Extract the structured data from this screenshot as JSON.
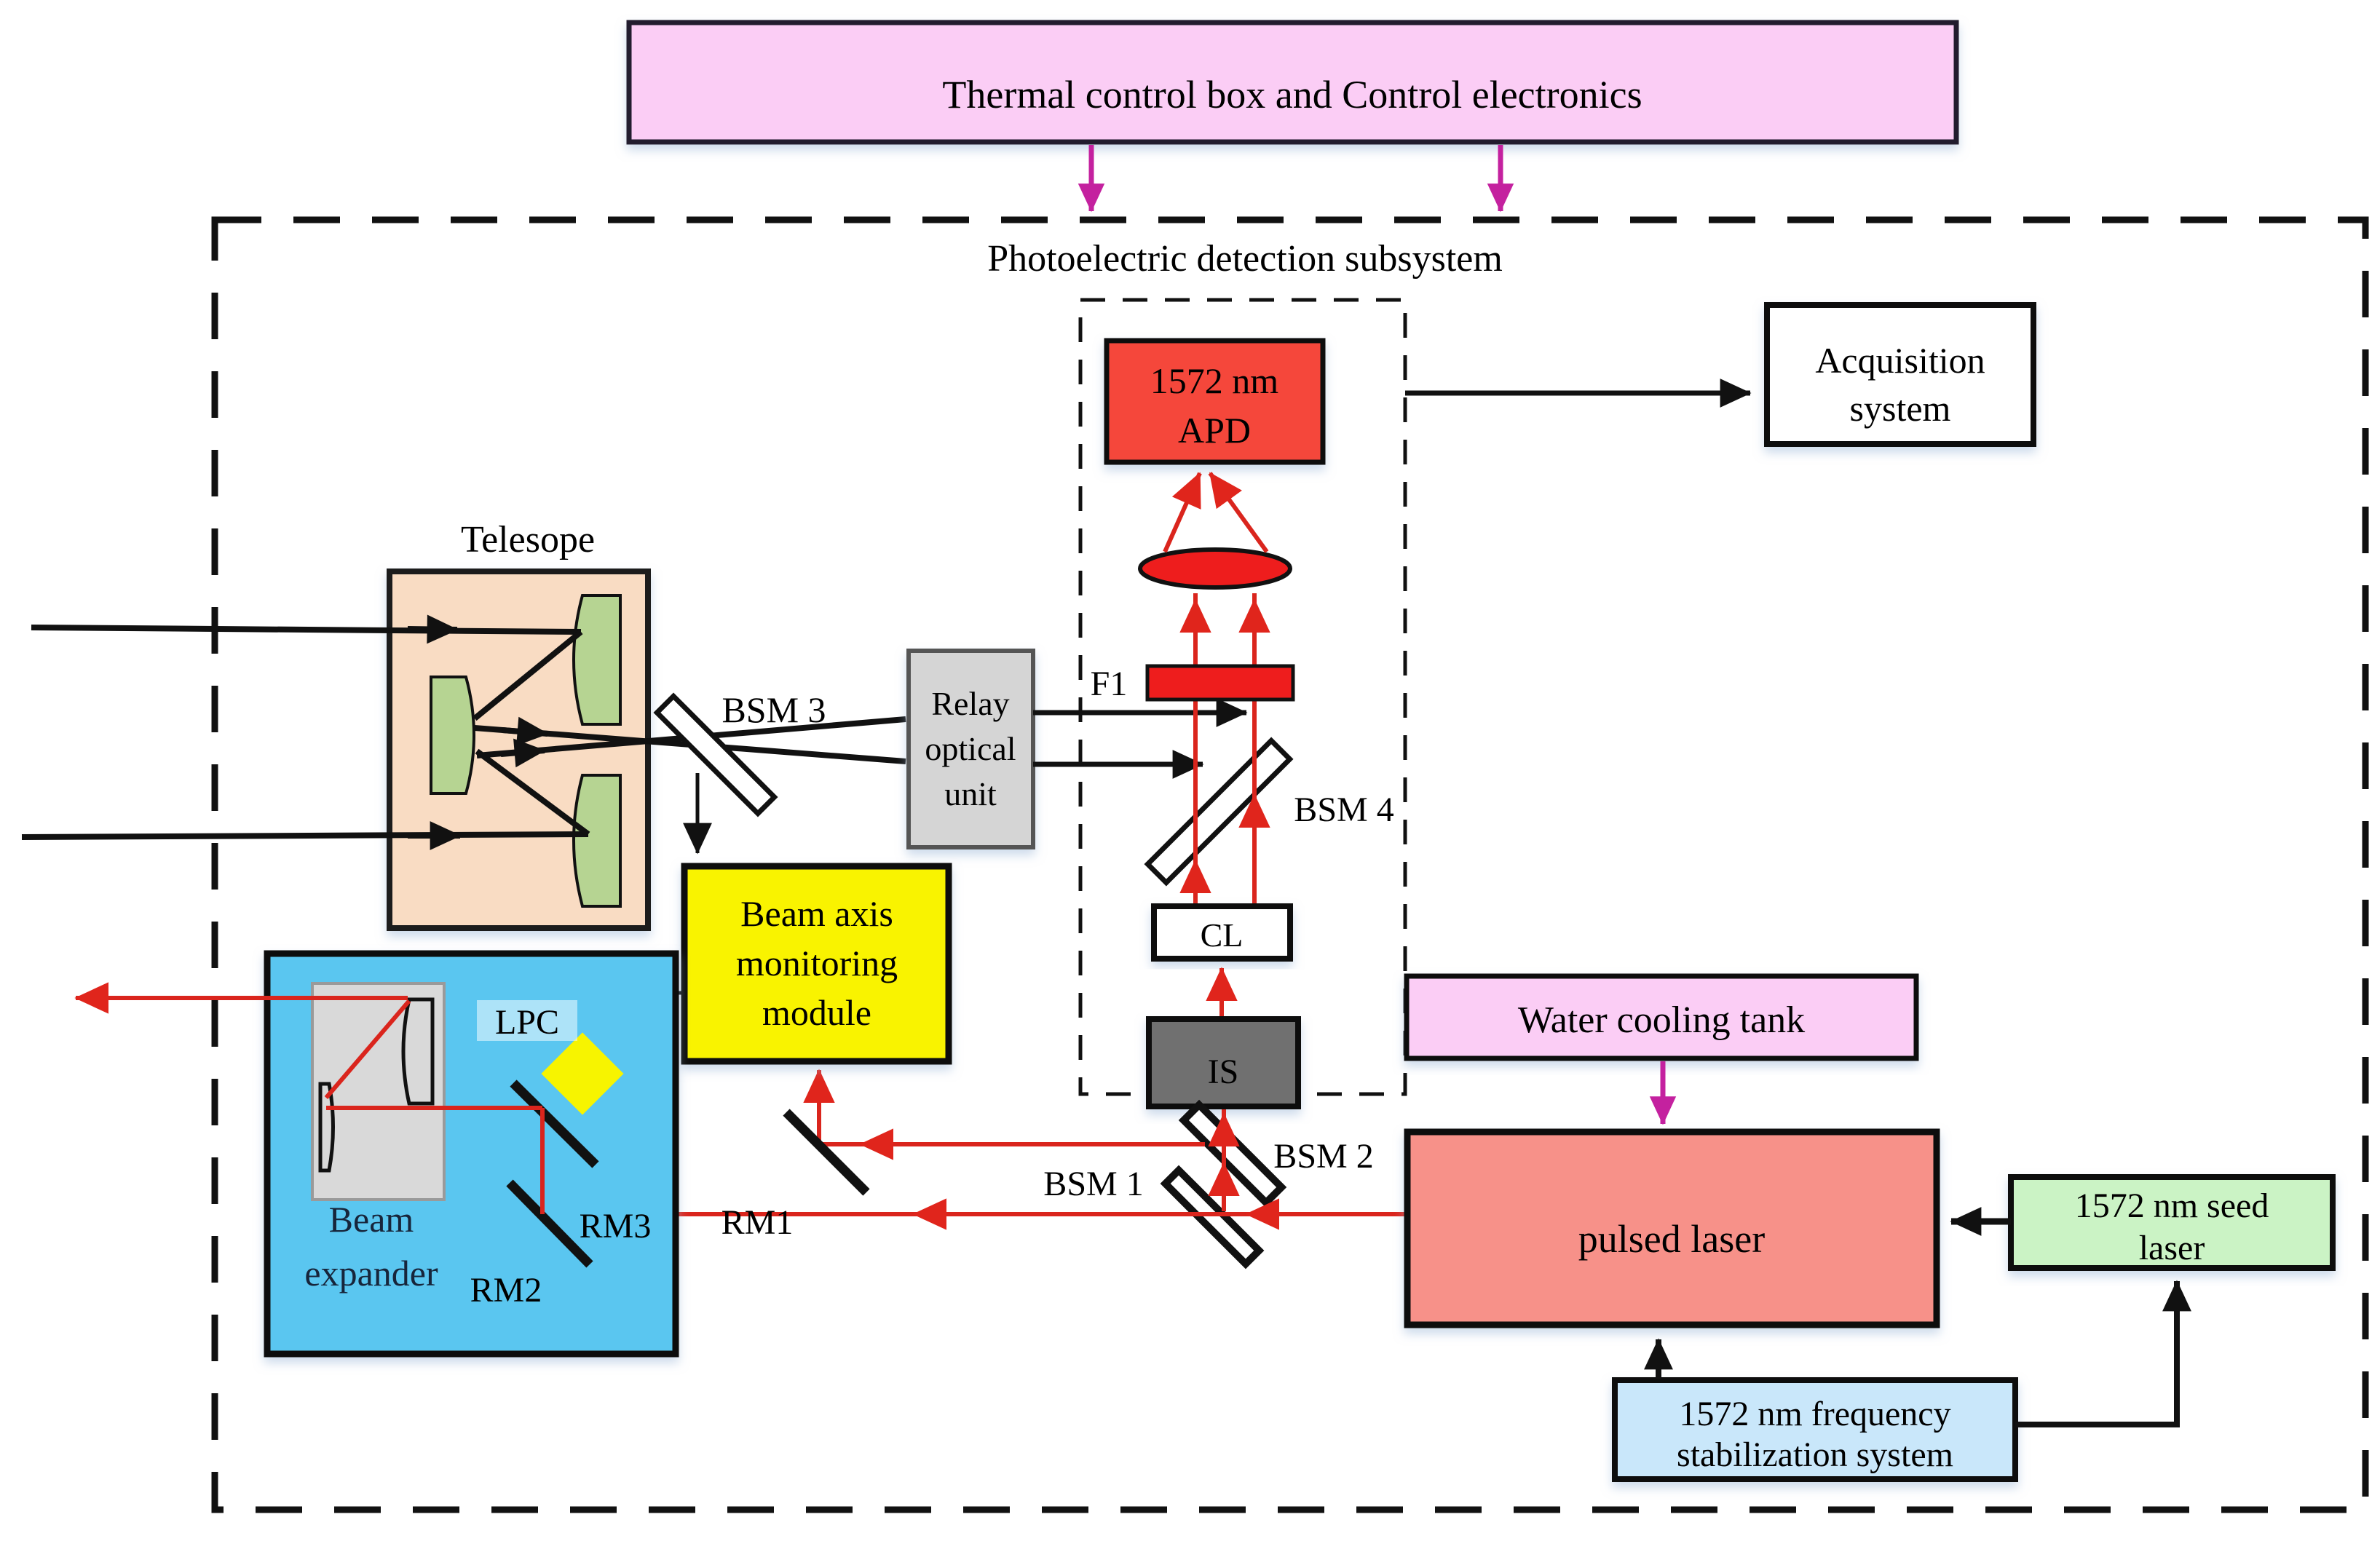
{
  "banner": {
    "label": "Thermal control box and Control electronics"
  },
  "subsystem_label": "Photoelectric detection subsystem",
  "boxes": {
    "apd": {
      "line1": "1572 nm",
      "line2": "APD"
    },
    "acquisition": {
      "line1": "Acquisition",
      "line2": "system"
    },
    "telescope_label": "Telesope",
    "relay": {
      "line1": "Relay",
      "line2": "optical",
      "line3": "unit"
    },
    "beam_axis": {
      "line1": "Beam axis",
      "line2": "monitoring",
      "line3": "module"
    },
    "cl": "CL",
    "is": "IS",
    "water": "Water cooling tank",
    "pulsed": "pulsed laser",
    "seed": {
      "line1": "1572 nm seed",
      "line2": "laser"
    },
    "freq": {
      "line1": "1572 nm frequency",
      "line2": "stabilization system"
    },
    "beam_expander": {
      "line1": "Beam",
      "line2": "expander"
    }
  },
  "mirrors": {
    "bsm1": "BSM 1",
    "bsm2": "BSM 2",
    "bsm3": "BSM 3",
    "bsm4": "BSM 4",
    "rm1": "RM1",
    "rm2": "RM2",
    "rm3": "RM3",
    "lpc": "LPC",
    "f1": "F1"
  },
  "colors": {
    "banner_pink": "#fbcdf5",
    "water_pink": "#fbcdf5",
    "magenta_arrow": "#c4219f",
    "apd_red": "#f5473b",
    "optics_red": "#ee1d1d",
    "beam_red": "#da251d",
    "telescope_tan": "#f9dcc3",
    "mirror_green": "#b6d492",
    "relay_gray": "#d5d5d5",
    "is_gray": "#6f6f6f",
    "module_yellow": "#f9f300",
    "transmitter_blue": "#5ac6f0",
    "expander_gray": "#d9d9d9",
    "pulsed_salmon": "#f79189",
    "seed_green": "#cbf3c5",
    "freq_blue": "#c9e7fa"
  }
}
